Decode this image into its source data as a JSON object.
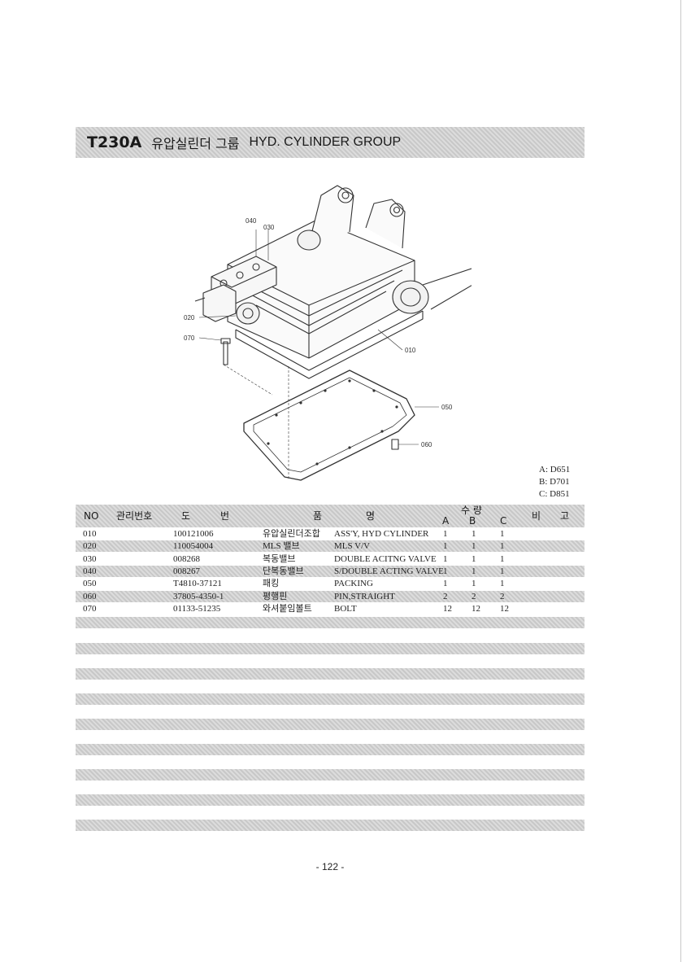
{
  "header": {
    "code": "T230A",
    "title_ko": "유압실린더 그룹",
    "title_en": "HYD. CYLINDER GROUP"
  },
  "diagram": {
    "callouts": [
      "040",
      "030",
      "020",
      "070",
      "010",
      "050",
      "060"
    ]
  },
  "models": [
    "A: D651",
    "B: D701",
    "C: D851"
  ],
  "table": {
    "headers": {
      "no": "NO",
      "mgmt_no": "관리번호",
      "drawing_do": "도",
      "drawing_beon": "번",
      "name_pum": "품",
      "name_myeong": "명",
      "qty": "수  량",
      "qty_a": "A",
      "qty_b": "B",
      "qty_c": "C",
      "remarks_bi": "비",
      "remarks_go": "고"
    },
    "rows": [
      {
        "no": "010",
        "part": "100121006",
        "name_ko": "유압실린더조합",
        "name_en": "ASS'Y, HYD CYLINDER",
        "a": "1",
        "b": "1",
        "c": "1"
      },
      {
        "no": "020",
        "part": "110054004",
        "name_ko": "MLS 밸브",
        "name_en": "MLS V/V",
        "a": "1",
        "b": "1",
        "c": "1"
      },
      {
        "no": "030",
        "part": "008268",
        "name_ko": "복동밸브",
        "name_en": "DOUBLE ACITNG VALVE",
        "a": "1",
        "b": "1",
        "c": "1"
      },
      {
        "no": "040",
        "part": "008267",
        "name_ko": "단복동밸브",
        "name_en": "S/DOUBLE ACTING VALVE",
        "a": "1",
        "b": "1",
        "c": "1"
      },
      {
        "no": "050",
        "part": "T4810-37121",
        "name_ko": "패킹",
        "name_en": "PACKING",
        "a": "1",
        "b": "1",
        "c": "1"
      },
      {
        "no": "060",
        "part": "37805-4350-1",
        "name_ko": "평행핀",
        "name_en": "PIN,STRAIGHT",
        "a": "2",
        "b": "2",
        "c": "2"
      },
      {
        "no": "070",
        "part": "01133-51235",
        "name_ko": "와셔붙임볼트",
        "name_en": "BOLT",
        "a": "12",
        "b": "12",
        "c": "12"
      }
    ]
  },
  "footer": {
    "page": "- 122 -"
  }
}
